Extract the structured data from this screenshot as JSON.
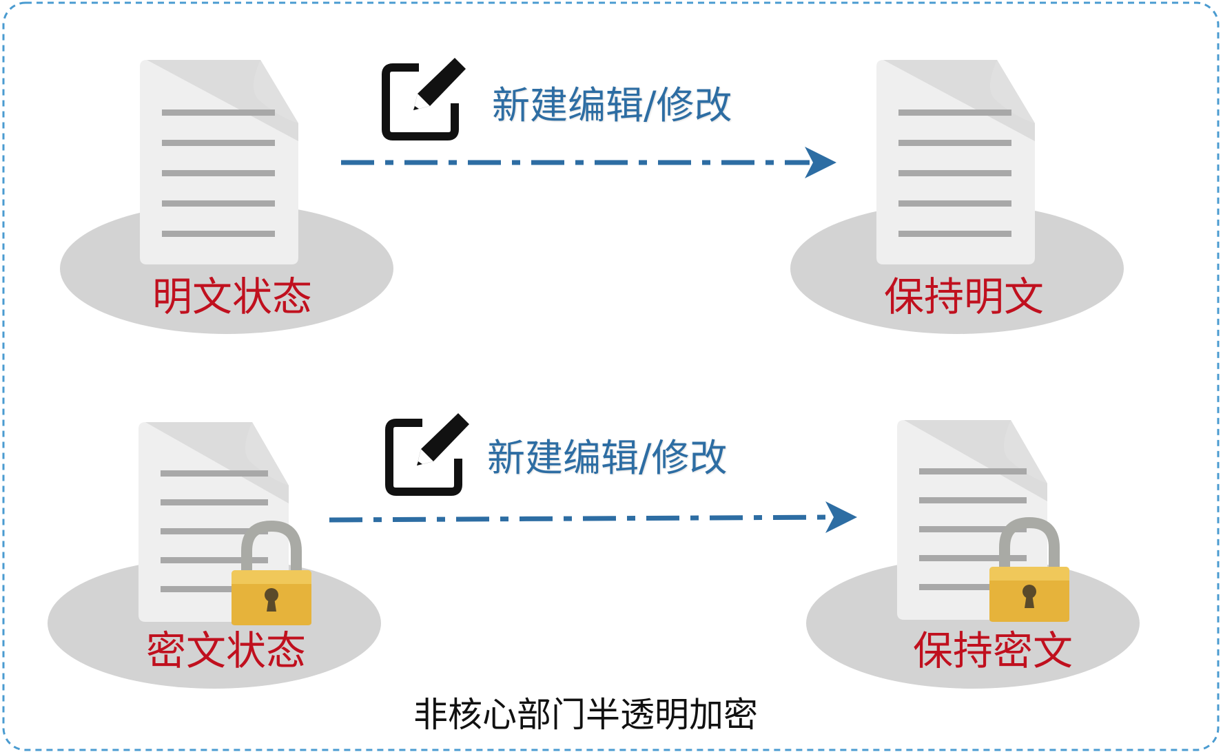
{
  "diagram": {
    "caption": "非核心部门半透明加密",
    "rows": [
      {
        "id": "plaintext",
        "source_label": "明文状态",
        "action_label": "新建编辑/修改",
        "result_label": "保持明文",
        "encrypted": false
      },
      {
        "id": "ciphertext",
        "source_label": "密文状态",
        "action_label": "新建编辑/修改",
        "result_label": "保持密文",
        "encrypted": true
      }
    ],
    "icons": {
      "document": "document-icon",
      "edit": "edit-icon",
      "lock": "padlock-icon"
    },
    "colors": {
      "frame_border": "#4a9bd0",
      "arrow": "#2d6da3",
      "state_text": "#c0101e",
      "action_text": "#2d6da3",
      "platform": "#d3d3d3",
      "document": "#efefef",
      "lock_body": "#e6b33b",
      "lock_shackle": "#a9aaa5"
    }
  }
}
